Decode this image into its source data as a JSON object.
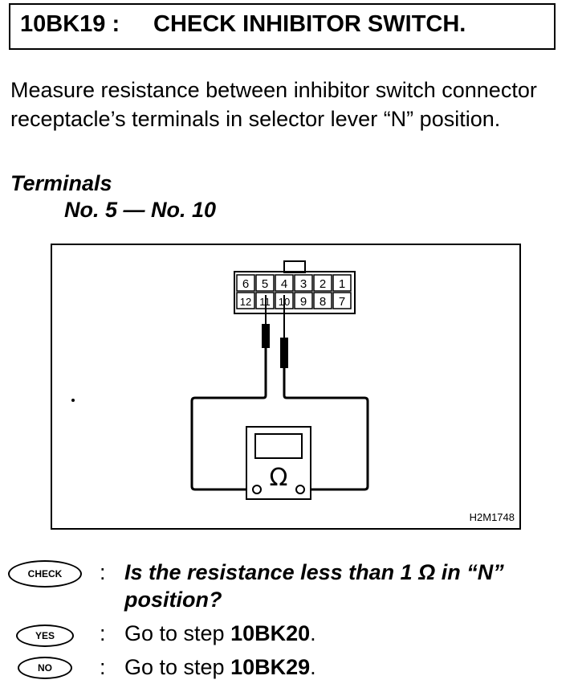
{
  "header": {
    "step_id": "10BK19 :",
    "title": "CHECK INHIBITOR SWITCH."
  },
  "instruction": "Measure resistance between inhibitor switch connector receptacle’s terminals in selector lever “N” position.",
  "terminals": {
    "heading": "Terminals",
    "pair": "No. 5 — No. 10"
  },
  "figure": {
    "connector_top_row": [
      "6",
      "5",
      "4",
      "3",
      "2",
      "1"
    ],
    "connector_bottom_row": [
      "12",
      "11",
      "10",
      "9",
      "8",
      "7"
    ],
    "meter_symbol": "Ω",
    "figure_code": "H2M1748"
  },
  "check": {
    "badge": "CHECK",
    "colon": ":",
    "question": "Is the resistance less than 1 Ω in “N” position?"
  },
  "yes": {
    "badge": "YES",
    "colon": ":",
    "prefix": "Go to step ",
    "target": "10BK20",
    "suffix": "."
  },
  "no": {
    "badge": "NO",
    "colon": ":",
    "prefix": "Go to step ",
    "target": "10BK29",
    "suffix": "."
  }
}
